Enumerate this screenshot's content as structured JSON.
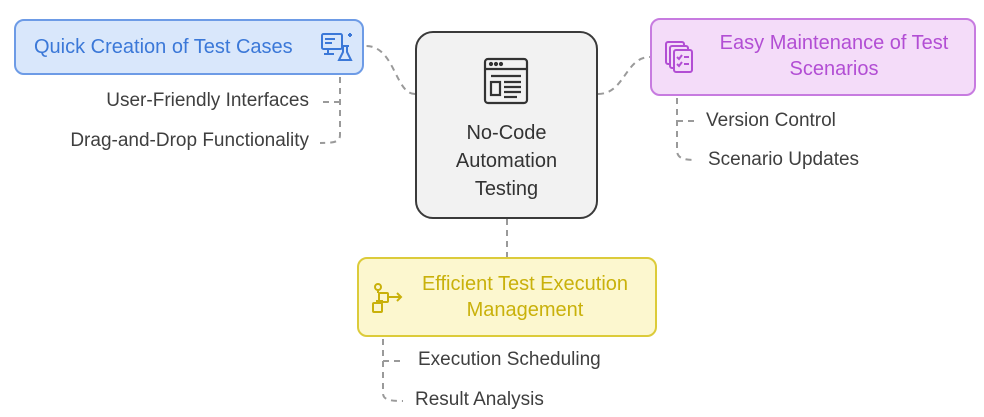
{
  "center": {
    "label": "No-Code\nAutomation\nTesting",
    "icon": "browser-window-icon"
  },
  "branches": [
    {
      "title": "Quick Creation of Test Cases",
      "icon": "monitor-flask-icon",
      "color": "#3b78d8",
      "children": [
        "User-Friendly Interfaces",
        "Drag-and-Drop Functionality"
      ]
    },
    {
      "title": "Easy Maintenance of Test Scenarios",
      "icon": "checklist-stack-icon",
      "color": "#b24ed4",
      "children": [
        "Version Control",
        "Scenario Updates"
      ]
    },
    {
      "title": "Efficient Test Execution Management",
      "icon": "workflow-icon",
      "color": "#c9b10b",
      "children": [
        "Execution Scheduling",
        "Result Analysis"
      ]
    }
  ]
}
